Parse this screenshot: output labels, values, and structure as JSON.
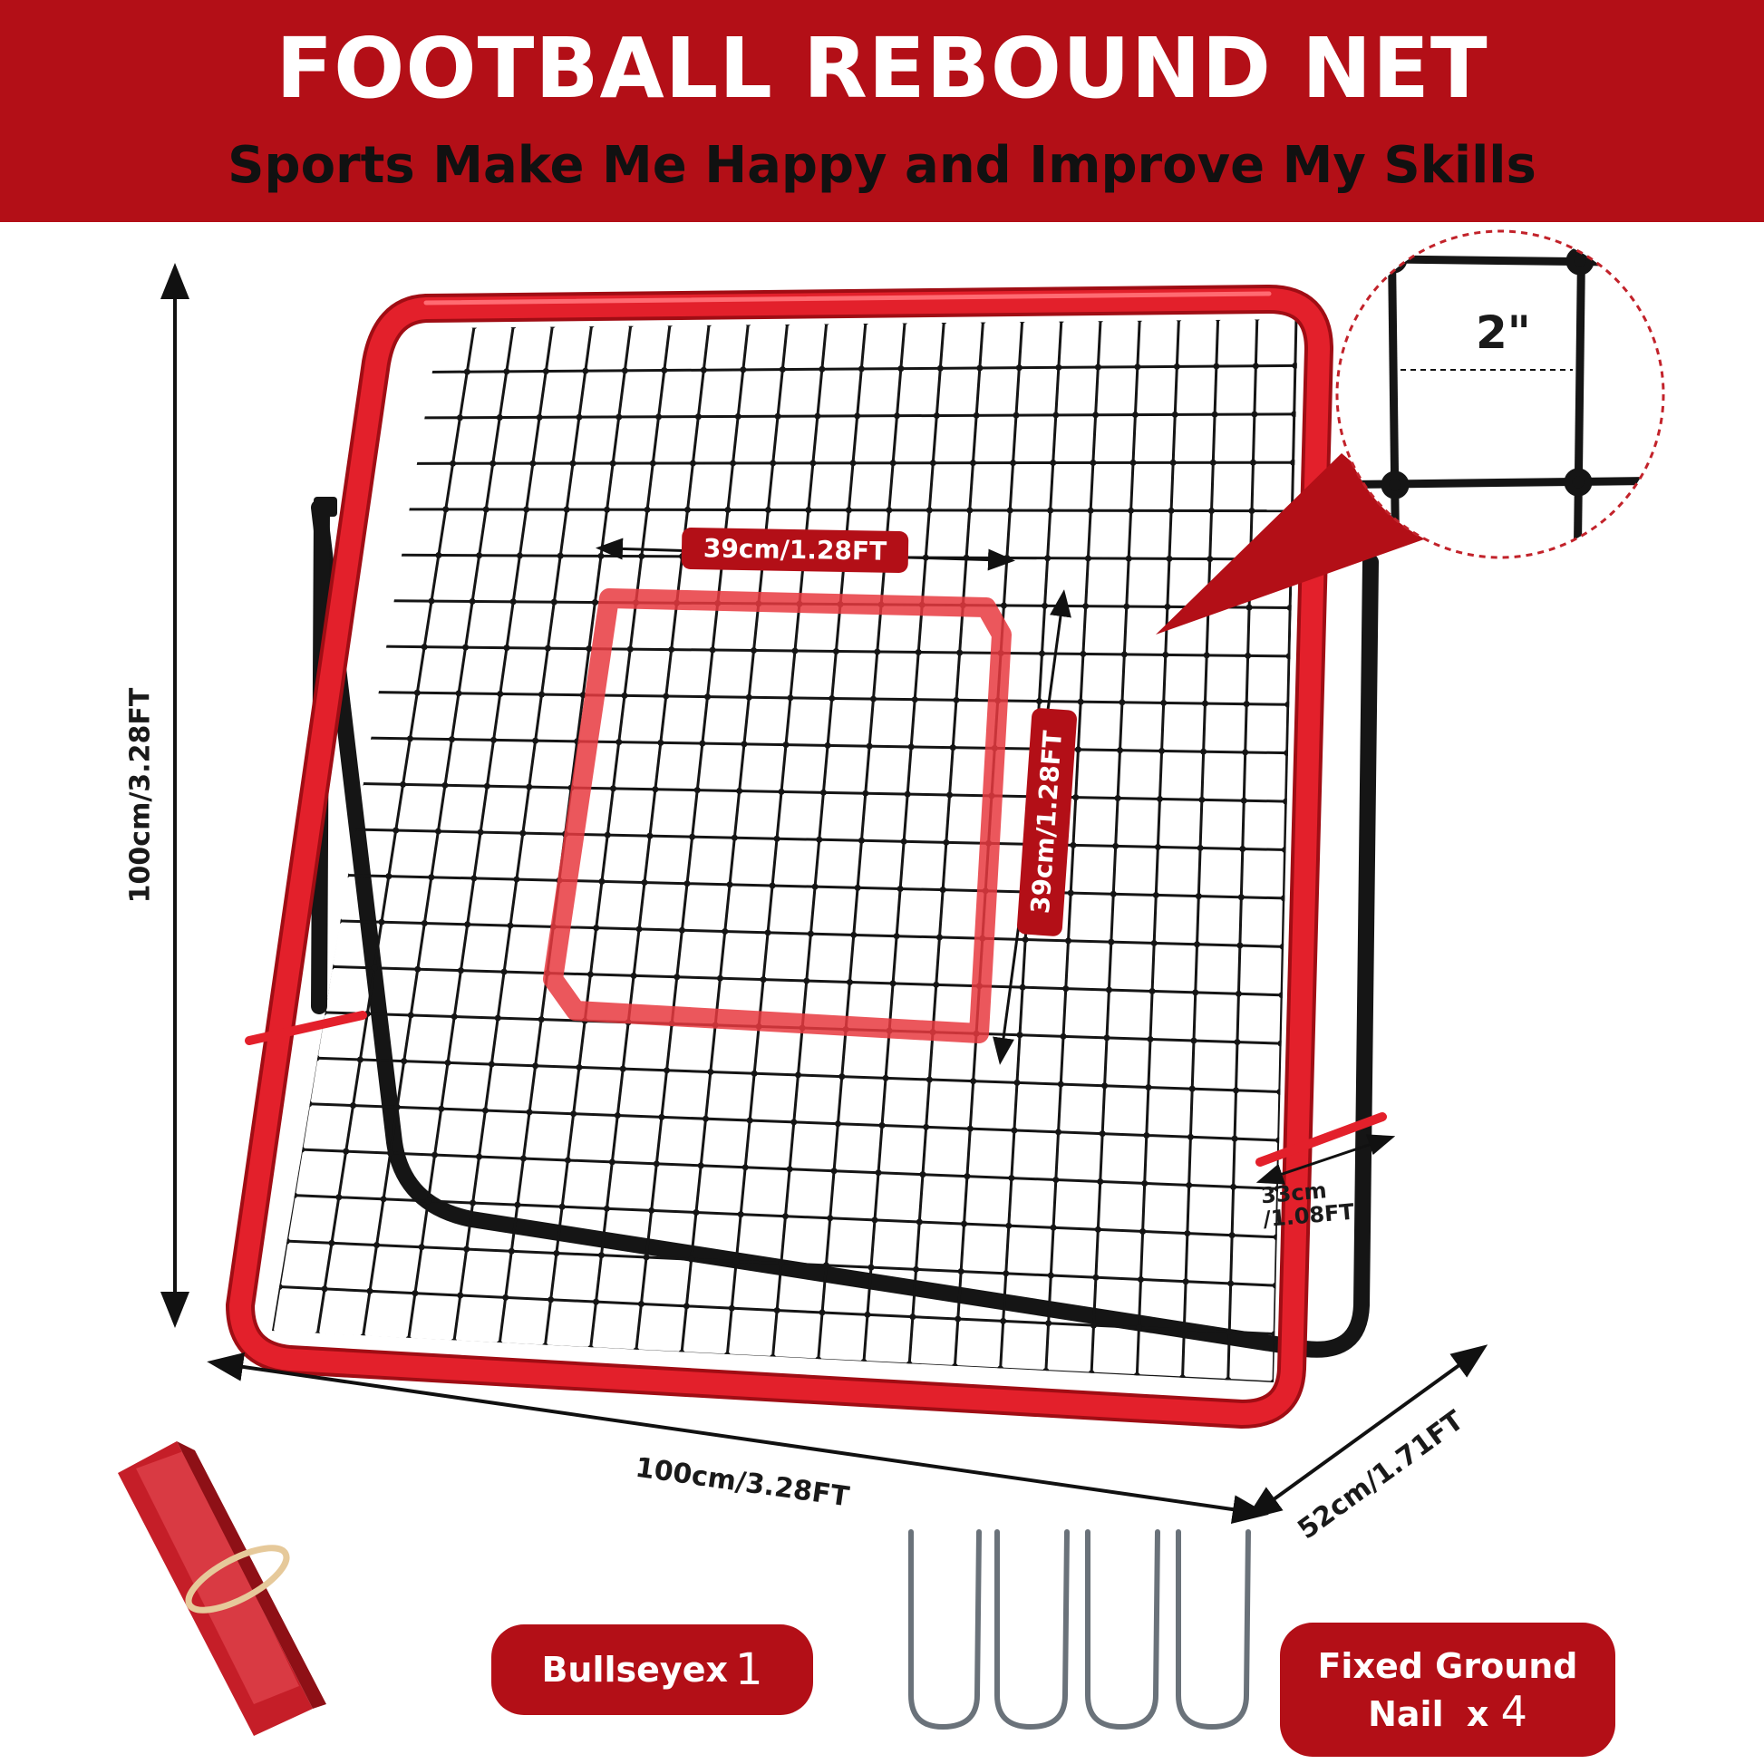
{
  "header": {
    "title": "FOOTBALL REBOUND NET",
    "subtitle": "Sports Make Me Happy and Improve My Skills"
  },
  "dimensions": {
    "height": "100cm/3.28FT",
    "width": "100cm/3.28FT",
    "depth": "52cm/1.71FT",
    "target_width": "39cm/1.28FT",
    "target_height": "39cm/1.28FT",
    "leg_line1": "33cm",
    "leg_line2": "/1.08FT",
    "mesh_size": "2\""
  },
  "accessories": {
    "bullseye_label": "Bullseyex",
    "bullseye_qty": "1",
    "nail_line1": "Fixed Ground",
    "nail_line2": "Nail",
    "nail_x": "x",
    "nail_qty": "4"
  },
  "colors": {
    "brand_red": "#b30f17",
    "frame_red": "#e3202b",
    "frame_black": "#151515"
  }
}
